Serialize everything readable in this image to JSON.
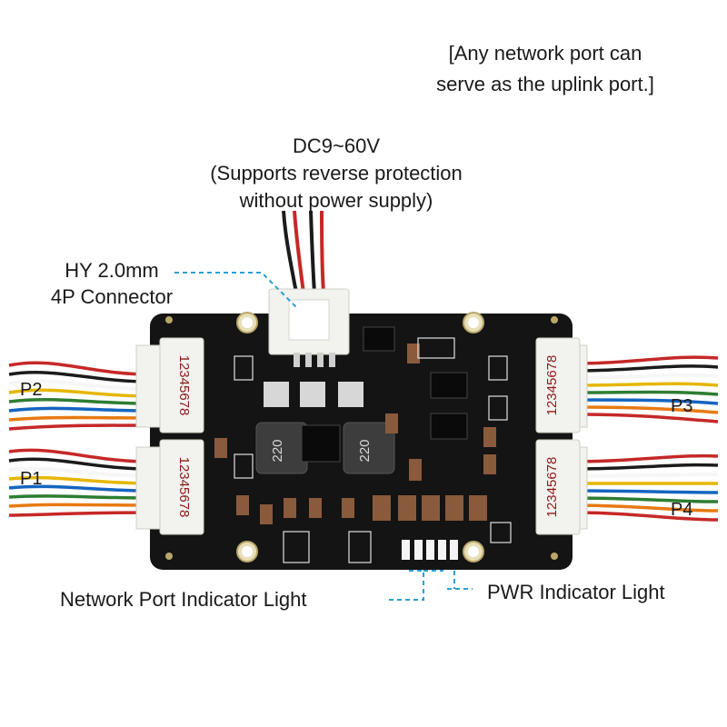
{
  "uplink_note": {
    "line1": "[Any network port can",
    "line2": "serve as the uplink port.]"
  },
  "power_input": {
    "voltage": "DC9~60V",
    "line2": "(Supports reverse protection",
    "line3": "without power supply)"
  },
  "connector_label": {
    "line1": "HY 2.0mm",
    "line2": "4P Connector"
  },
  "ports": {
    "p1": "P1",
    "p2": "P2",
    "p3": "P3",
    "p4": "P4"
  },
  "pin_numbers": "12345678",
  "inductor_marking": "220",
  "indicators": {
    "network": "Network Port Indicator Light",
    "power": "PWR Indicator Light"
  },
  "colors": {
    "pcb": "#141414",
    "callout_line": "#2a9fd6",
    "connector_housing": "#f2f2ee",
    "wire_red": "#c62828",
    "wire_black": "#1b1b1b"
  }
}
